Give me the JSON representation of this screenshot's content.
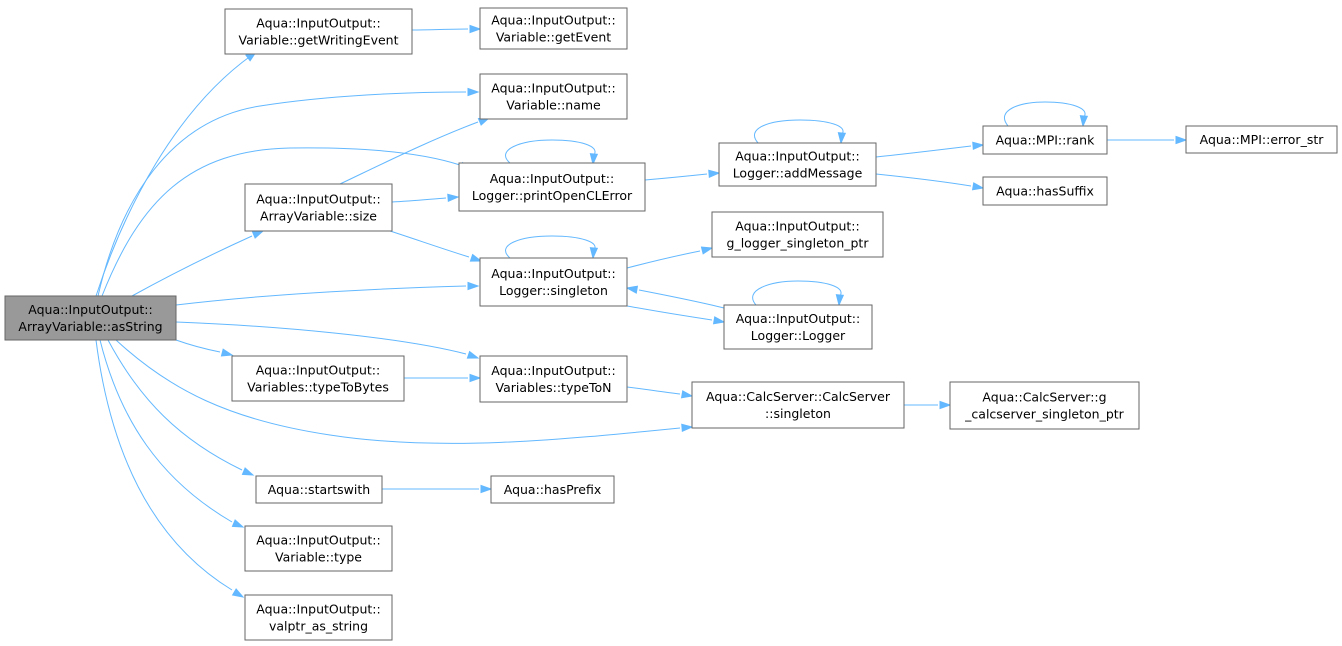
{
  "graph": {
    "nodes": [
      {
        "id": "asString",
        "lines": [
          "Aqua::InputOutput::",
          "ArrayVariable::asString"
        ],
        "root": true
      },
      {
        "id": "getWritingEvent",
        "lines": [
          "Aqua::InputOutput::",
          "Variable::getWritingEvent"
        ]
      },
      {
        "id": "getEvent",
        "lines": [
          "Aqua::InputOutput::",
          "Variable::getEvent"
        ]
      },
      {
        "id": "name",
        "lines": [
          "Aqua::InputOutput::",
          "Variable::name"
        ]
      },
      {
        "id": "printOpenCLError",
        "lines": [
          "Aqua::InputOutput::",
          "Logger::printOpenCLError"
        ]
      },
      {
        "id": "size",
        "lines": [
          "Aqua::InputOutput::",
          "ArrayVariable::size"
        ]
      },
      {
        "id": "addMessage",
        "lines": [
          "Aqua::InputOutput::",
          "Logger::addMessage"
        ]
      },
      {
        "id": "rank",
        "lines": [
          "Aqua::MPI::rank"
        ]
      },
      {
        "id": "error_str",
        "lines": [
          "Aqua::MPI::error_str"
        ]
      },
      {
        "id": "hasSuffix",
        "lines": [
          "Aqua::hasSuffix"
        ]
      },
      {
        "id": "singleton",
        "lines": [
          "Aqua::InputOutput::",
          "Logger::singleton"
        ]
      },
      {
        "id": "g_logger",
        "lines": [
          "Aqua::InputOutput::",
          "g_logger_singleton_ptr"
        ]
      },
      {
        "id": "Logger",
        "lines": [
          "Aqua::InputOutput::",
          "Logger::Logger"
        ]
      },
      {
        "id": "typeToBytes",
        "lines": [
          "Aqua::InputOutput::",
          "Variables::typeToBytes"
        ]
      },
      {
        "id": "typeToN",
        "lines": [
          "Aqua::InputOutput::",
          "Variables::typeToN"
        ]
      },
      {
        "id": "calcSingleton",
        "lines": [
          "Aqua::CalcServer::CalcServer",
          "::singleton"
        ]
      },
      {
        "id": "g_calc",
        "lines": [
          "Aqua::CalcServer::g",
          "_calcserver_singleton_ptr"
        ]
      },
      {
        "id": "startswith",
        "lines": [
          "Aqua::startswith"
        ]
      },
      {
        "id": "hasPrefix",
        "lines": [
          "Aqua::hasPrefix"
        ]
      },
      {
        "id": "type",
        "lines": [
          "Aqua::InputOutput::",
          "Variable::type"
        ]
      },
      {
        "id": "valptr",
        "lines": [
          "Aqua::InputOutput::",
          "valptr_as_string"
        ]
      }
    ],
    "edges": [
      {
        "from": "asString",
        "to": "getWritingEvent"
      },
      {
        "from": "asString",
        "to": "name"
      },
      {
        "from": "asString",
        "to": "printOpenCLError"
      },
      {
        "from": "asString",
        "to": "size"
      },
      {
        "from": "asString",
        "to": "singleton"
      },
      {
        "from": "asString",
        "to": "typeToBytes"
      },
      {
        "from": "asString",
        "to": "typeToN"
      },
      {
        "from": "asString",
        "to": "calcSingleton"
      },
      {
        "from": "asString",
        "to": "startswith"
      },
      {
        "from": "asString",
        "to": "type"
      },
      {
        "from": "asString",
        "to": "valptr"
      },
      {
        "from": "getWritingEvent",
        "to": "getEvent"
      },
      {
        "from": "size",
        "to": "name"
      },
      {
        "from": "size",
        "to": "printOpenCLError"
      },
      {
        "from": "size",
        "to": "singleton"
      },
      {
        "from": "printOpenCLError",
        "to": "printOpenCLError"
      },
      {
        "from": "printOpenCLError",
        "to": "addMessage"
      },
      {
        "from": "addMessage",
        "to": "addMessage"
      },
      {
        "from": "addMessage",
        "to": "rank"
      },
      {
        "from": "addMessage",
        "to": "hasSuffix"
      },
      {
        "from": "rank",
        "to": "rank"
      },
      {
        "from": "rank",
        "to": "error_str"
      },
      {
        "from": "singleton",
        "to": "singleton"
      },
      {
        "from": "singleton",
        "to": "g_logger"
      },
      {
        "from": "singleton",
        "to": "Logger"
      },
      {
        "from": "Logger",
        "to": "Logger"
      },
      {
        "from": "Logger",
        "to": "singleton"
      },
      {
        "from": "typeToBytes",
        "to": "typeToN"
      },
      {
        "from": "typeToN",
        "to": "calcSingleton"
      },
      {
        "from": "calcSingleton",
        "to": "g_calc"
      },
      {
        "from": "startswith",
        "to": "hasPrefix"
      }
    ]
  }
}
